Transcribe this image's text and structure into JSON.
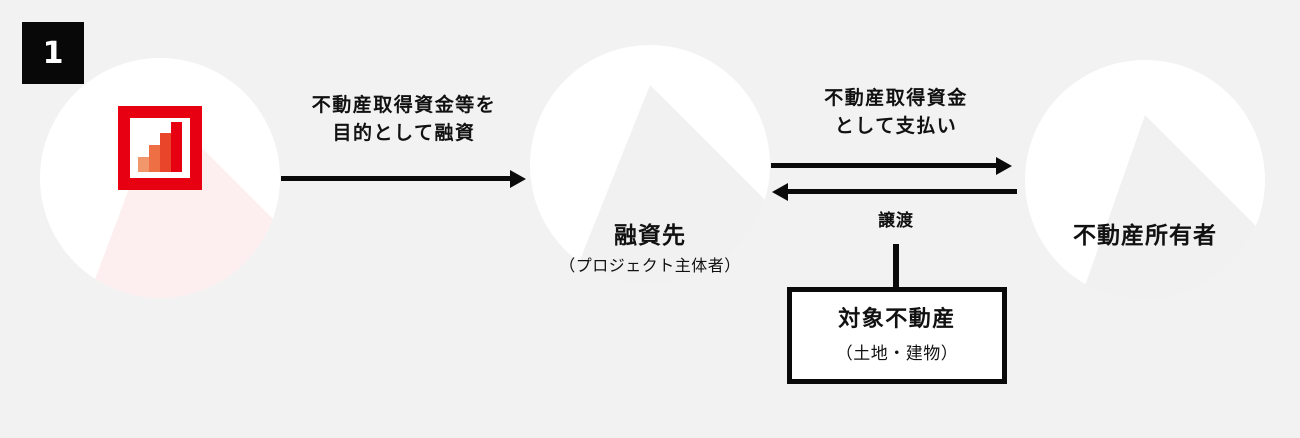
{
  "meta": {
    "step_number": "1",
    "background_color": "#f2f2f2",
    "accent_color": "#e60012",
    "ink_color": "#0a0a0a"
  },
  "nodes": [
    {
      "id": "lender",
      "icon": "bar-chart-frame-icon",
      "label": "",
      "sublabel": ""
    },
    {
      "id": "borrower",
      "icon": "skyscraper-icon",
      "label": "融資先",
      "sublabel": "（プロジェクト主体者）"
    },
    {
      "id": "owner",
      "icon": "two-buildings-icon",
      "label": "不動産所有者",
      "sublabel": ""
    }
  ],
  "edges": [
    {
      "id": "loan",
      "label_line1": "不動産取得資金等を",
      "label_line2": "目的として融資",
      "direction": "right"
    },
    {
      "id": "payment",
      "label_line1": "不動産取得資金",
      "label_line2": "として支払い",
      "direction": "right"
    },
    {
      "id": "return-flow",
      "label_line1": "",
      "label_line2": "",
      "direction": "left"
    },
    {
      "id": "transfer",
      "label_line1": "譲渡",
      "label_line2": "",
      "direction": "none"
    }
  ],
  "property_box": {
    "title": "対象不動産",
    "subtitle": "（土地・建物）"
  },
  "chart_icon": {
    "bars": [
      15,
      27,
      39,
      50
    ],
    "colors": [
      "#f2976b",
      "#ef6f45",
      "#e8452a",
      "#e60012"
    ]
  }
}
